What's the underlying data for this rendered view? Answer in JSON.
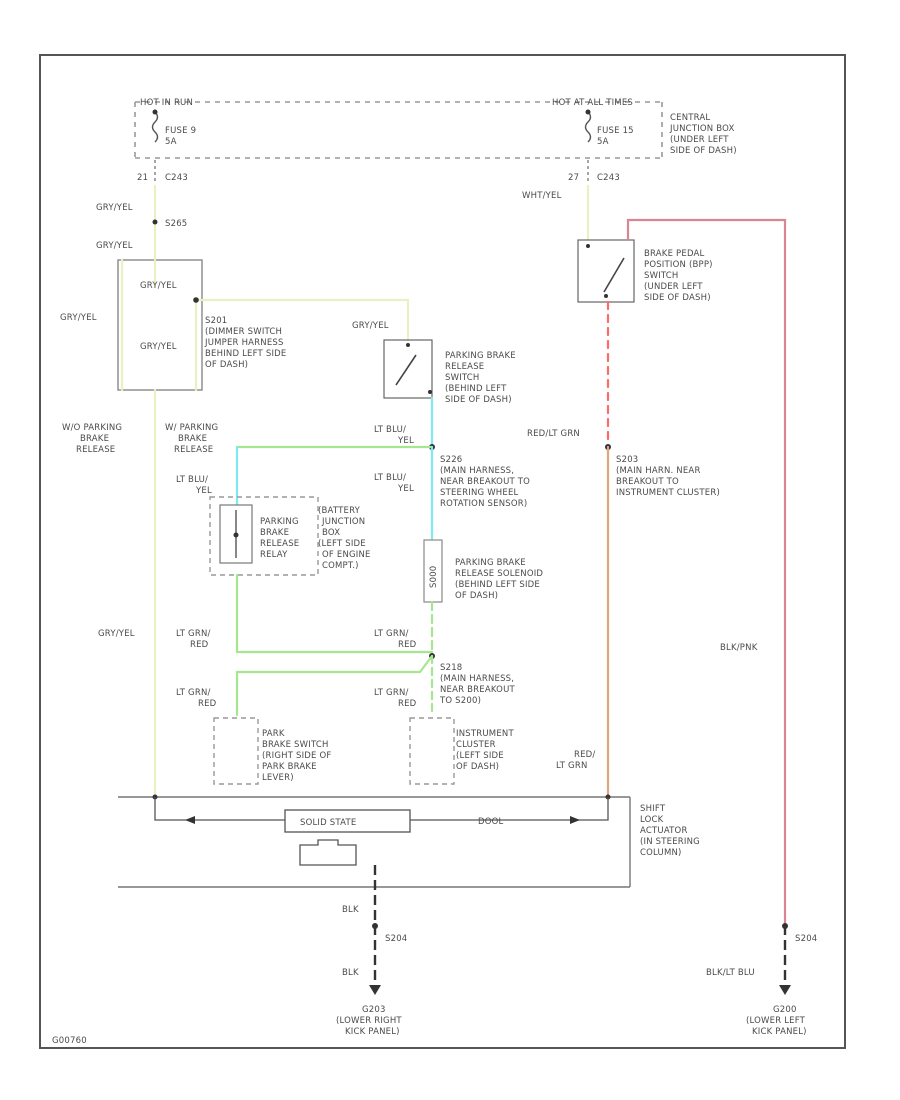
{
  "colors": {
    "gry_yel": "#ecefc2",
    "lt_blu_yel": "#7fe8f0",
    "lt_grn_red": "#a6e68f",
    "red_lt_grn": "#e2a57f",
    "red_dash": "#ff6a6a",
    "blk_pnk": "#d98592",
    "ground_line": "#333333",
    "frame": "#555555"
  },
  "power": {
    "hot_run": "HOT IN RUN",
    "hot_at_all_times": "HOT AT ALL TIMES",
    "central_junction": [
      "CENTRAL",
      "JUNCTION BOX",
      "(UNDER LEFT",
      "SIDE OF DASH)"
    ]
  },
  "fuses": {
    "left": {
      "name": "FUSE 9",
      "rating": "5A",
      "pin": "21",
      "connector": "C243"
    },
    "right": {
      "name": "FUSE 15",
      "rating": "5A",
      "pin": "27",
      "connector": "C243"
    }
  },
  "left_feed": {
    "wire_top": "GRY/YEL",
    "splice": "S265",
    "wire_bottom": "GRY/YEL"
  },
  "dimmer": {
    "wire_in": "GRY/YEL",
    "wire_left": "GRY/YEL",
    "wire_inner": "GRY/YEL",
    "label": [
      "S201",
      "(DIMMER SWITCH",
      "JUMPER HARNESS",
      "BEHIND LEFT SIDE",
      "OF DASH)"
    ],
    "wo_parking": [
      "W/O PARKING",
      "BRAKE",
      "RELEASE"
    ],
    "w_parking": [
      "W/ PARKING",
      "BRAKE",
      "RELEASE"
    ]
  },
  "parking_brake_switch": {
    "wire": "GRY/YEL",
    "label": [
      "PARKING BRAKE",
      "RELEASE",
      "SWITCH",
      "(BEHIND LEFT",
      "SIDE OF DASH)"
    ]
  },
  "s226": {
    "wire_top": [
      "LT BLU/",
      "YEL"
    ],
    "wire_below": [
      "LT BLU/",
      "YEL"
    ],
    "label": [
      "S226",
      "(MAIN HARNESS,",
      "NEAR BREAKOUT TO",
      "STEERING WHEEL",
      "ROTATION SENSOR)"
    ]
  },
  "relay": {
    "wire": [
      "LT BLU/",
      "YEL"
    ],
    "label": [
      "PARKING",
      "BRAKE",
      "RELEASE",
      "RELAY"
    ],
    "location": [
      "(BATTERY",
      "JUNCTION",
      "BOX",
      "(LEFT SIDE",
      "OF ENGINE",
      "COMPT.)"
    ]
  },
  "solenoid": {
    "id": "S000",
    "label": [
      "PARKING BRAKE",
      "RELEASE SOLENOID",
      "(BEHIND LEFT SIDE",
      "OF DASH)"
    ]
  },
  "mid_wires": {
    "left_gry": "GRY/YEL",
    "lt_grn_red_a": [
      "LT GRN/",
      "RED"
    ],
    "lt_grn_red_b": [
      "LT GRN/",
      "RED"
    ],
    "lt_grn_red_c": [
      "LT GRN/",
      "RED"
    ],
    "lt_grn_red_d": [
      "LT GRN/",
      "RED"
    ]
  },
  "s218": {
    "label": [
      "S218",
      "(MAIN HARNESS,",
      "NEAR BREAKOUT",
      "TO S200)"
    ]
  },
  "park_brake_switch_box": {
    "label": [
      "PARK",
      "BRAKE SWITCH",
      "(RIGHT SIDE OF",
      "PARK BRAKE",
      "LEVER)"
    ]
  },
  "instrument_cluster": {
    "label": [
      "INSTRUMENT",
      "CLUSTER",
      "(LEFT SIDE",
      "OF DASH)"
    ]
  },
  "right_feed": {
    "wire": "WHT/YEL",
    "bpp_label": [
      "BRAKE PEDAL",
      "POSITION (BPP)",
      "SWITCH",
      "(UNDER LEFT",
      "SIDE OF DASH)"
    ],
    "wire_out": "RED/LT GRN",
    "splice_label": [
      "S203",
      "(MAIN HARN. NEAR",
      "BREAKOUT TO",
      "INSTRUMENT CLUSTER)"
    ],
    "wire_bottom": [
      "RED/",
      "LT GRN"
    ],
    "pink_wire": "BLK/PNK"
  },
  "module": {
    "solid_state": "SOLID STATE",
    "arrow_label": "DOOL",
    "label": [
      "SHIFT",
      "LOCK",
      "ACTUATOR",
      "(IN STEERING",
      "COLUMN)"
    ]
  },
  "grounds": {
    "left": {
      "wire_top": "BLK",
      "splice": "S204",
      "wire_bottom": "BLK",
      "label": [
        "G203",
        "(LOWER RIGHT",
        "KICK PANEL)"
      ]
    },
    "right": {
      "splice": "S204",
      "wire_bottom": "BLK/LT BLU",
      "label": [
        "G200",
        "(LOWER LEFT",
        "KICK PANEL)"
      ]
    }
  },
  "footer_code": "G00760"
}
